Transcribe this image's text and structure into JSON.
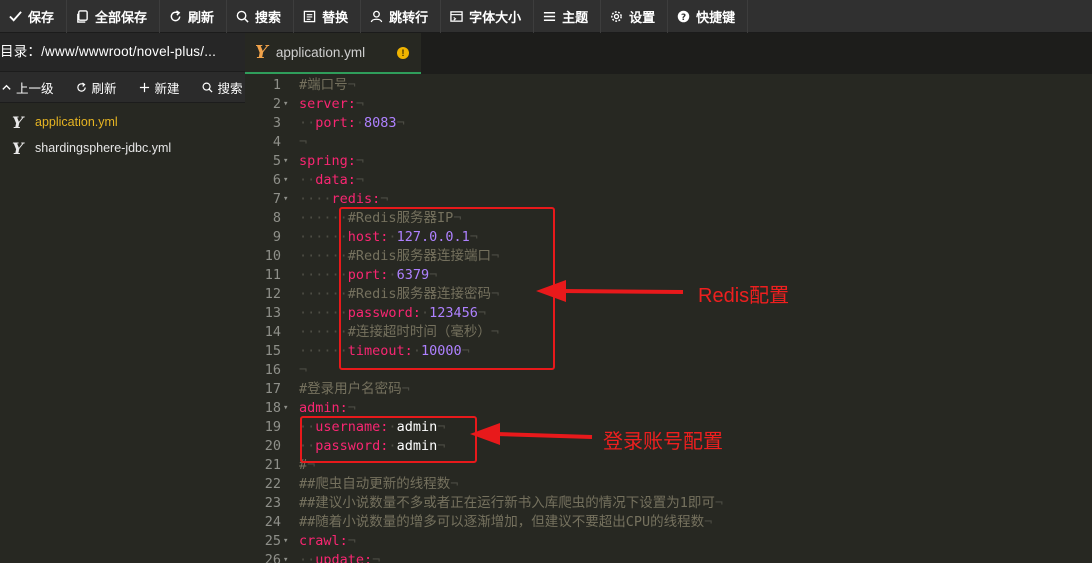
{
  "toolbar": {
    "buttons": [
      {
        "label": "保存",
        "icon": "check-icon"
      },
      {
        "label": "全部保存",
        "icon": "copy-icon"
      },
      {
        "label": "刷新",
        "icon": "refresh-icon"
      },
      {
        "label": "搜索",
        "icon": "search-icon"
      },
      {
        "label": "替换",
        "icon": "replace-icon"
      },
      {
        "label": "跳转行",
        "icon": "jump-icon"
      },
      {
        "label": "字体大小",
        "icon": "font-size-icon"
      },
      {
        "label": "主题",
        "icon": "menu-icon"
      },
      {
        "label": "设置",
        "icon": "gear-icon"
      },
      {
        "label": "快捷键",
        "icon": "help-icon"
      }
    ]
  },
  "sidebar": {
    "dir_path": "目录：/www/wwwroot/novel-plus/...",
    "actions": {
      "up": "上一级",
      "refresh": "刷新",
      "new": "新建",
      "search": "搜索"
    },
    "files": [
      {
        "name": "application.yml",
        "active": true
      },
      {
        "name": "shardingsphere-jdbc.yml",
        "active": false
      }
    ]
  },
  "editor": {
    "tab": {
      "name": "application.yml",
      "modified_badge": "!"
    },
    "lines": [
      {
        "n": "1",
        "fold": false,
        "parts": [
          [
            "com",
            "#端口号"
          ],
          [
            "ws",
            "¬"
          ]
        ]
      },
      {
        "n": "2",
        "fold": true,
        "parts": [
          [
            "key",
            "server:"
          ],
          [
            "ws",
            "¬"
          ]
        ]
      },
      {
        "n": "3",
        "fold": false,
        "parts": [
          [
            "ws",
            "··"
          ],
          [
            "key",
            "port:"
          ],
          [
            "ws",
            "·"
          ],
          [
            "num",
            "8083"
          ],
          [
            "ws",
            "¬"
          ]
        ]
      },
      {
        "n": "4",
        "fold": false,
        "parts": [
          [
            "ws",
            "¬"
          ]
        ]
      },
      {
        "n": "5",
        "fold": true,
        "parts": [
          [
            "key",
            "spring:"
          ],
          [
            "ws",
            "¬"
          ]
        ]
      },
      {
        "n": "6",
        "fold": true,
        "parts": [
          [
            "ws",
            "··"
          ],
          [
            "key",
            "data:"
          ],
          [
            "ws",
            "¬"
          ]
        ]
      },
      {
        "n": "7",
        "fold": true,
        "parts": [
          [
            "ws",
            "····"
          ],
          [
            "key",
            "redis:"
          ],
          [
            "ws",
            "¬"
          ]
        ]
      },
      {
        "n": "8",
        "fold": false,
        "parts": [
          [
            "ws",
            "······"
          ],
          [
            "com",
            "#Redis服务器IP"
          ],
          [
            "ws",
            "¬"
          ]
        ]
      },
      {
        "n": "9",
        "fold": false,
        "parts": [
          [
            "ws",
            "······"
          ],
          [
            "key",
            "host:"
          ],
          [
            "ws",
            "·"
          ],
          [
            "num",
            "127.0.0.1"
          ],
          [
            "ws",
            "¬"
          ]
        ]
      },
      {
        "n": "10",
        "fold": false,
        "parts": [
          [
            "ws",
            "······"
          ],
          [
            "com",
            "#Redis服务器连接端口"
          ],
          [
            "ws",
            "¬"
          ]
        ]
      },
      {
        "n": "11",
        "fold": false,
        "parts": [
          [
            "ws",
            "······"
          ],
          [
            "key",
            "port:"
          ],
          [
            "ws",
            "·"
          ],
          [
            "num",
            "6379"
          ],
          [
            "ws",
            "¬"
          ]
        ]
      },
      {
        "n": "12",
        "fold": false,
        "parts": [
          [
            "ws",
            "······"
          ],
          [
            "com",
            "#Redis服务器连接密码"
          ],
          [
            "ws",
            "¬"
          ]
        ]
      },
      {
        "n": "13",
        "fold": false,
        "parts": [
          [
            "ws",
            "······"
          ],
          [
            "key",
            "password:"
          ],
          [
            "ws",
            "·"
          ],
          [
            "num",
            "123456"
          ],
          [
            "ws",
            "¬"
          ]
        ]
      },
      {
        "n": "14",
        "fold": false,
        "parts": [
          [
            "ws",
            "······"
          ],
          [
            "com",
            "#连接超时时间（毫秒）"
          ],
          [
            "ws",
            "¬"
          ]
        ]
      },
      {
        "n": "15",
        "fold": false,
        "parts": [
          [
            "ws",
            "······"
          ],
          [
            "key",
            "timeout:"
          ],
          [
            "ws",
            "·"
          ],
          [
            "num",
            "10000"
          ],
          [
            "ws",
            "¬"
          ]
        ]
      },
      {
        "n": "16",
        "fold": false,
        "parts": [
          [
            "ws",
            "¬"
          ]
        ]
      },
      {
        "n": "17",
        "fold": false,
        "parts": [
          [
            "com",
            "#登录用户名密码"
          ],
          [
            "ws",
            "¬"
          ]
        ]
      },
      {
        "n": "18",
        "fold": true,
        "parts": [
          [
            "key",
            "admin:"
          ],
          [
            "ws",
            "¬"
          ]
        ]
      },
      {
        "n": "19",
        "fold": false,
        "parts": [
          [
            "ws",
            "··"
          ],
          [
            "key",
            "username:"
          ],
          [
            "ws",
            "·"
          ],
          [
            "str",
            "admin"
          ],
          [
            "ws",
            "¬"
          ]
        ]
      },
      {
        "n": "20",
        "fold": false,
        "parts": [
          [
            "ws",
            "··"
          ],
          [
            "key",
            "password:"
          ],
          [
            "ws",
            "·"
          ],
          [
            "str",
            "admin"
          ],
          [
            "ws",
            "¬"
          ]
        ]
      },
      {
        "n": "21",
        "fold": false,
        "parts": [
          [
            "com",
            "#"
          ],
          [
            "ws",
            "¬"
          ]
        ]
      },
      {
        "n": "22",
        "fold": false,
        "parts": [
          [
            "com",
            "##爬虫自动更新的线程数"
          ],
          [
            "ws",
            "¬"
          ]
        ]
      },
      {
        "n": "23",
        "fold": false,
        "parts": [
          [
            "com",
            "##建议小说数量不多或者正在运行新书入库爬虫的情况下设置为1即可"
          ],
          [
            "ws",
            "¬"
          ]
        ]
      },
      {
        "n": "24",
        "fold": false,
        "parts": [
          [
            "com",
            "##随着小说数量的增多可以逐渐增加，但建议不要超出CPU的线程数"
          ],
          [
            "ws",
            "¬"
          ]
        ]
      },
      {
        "n": "25",
        "fold": true,
        "parts": [
          [
            "key",
            "crawl:"
          ],
          [
            "ws",
            "¬"
          ]
        ]
      },
      {
        "n": "26",
        "fold": true,
        "parts": [
          [
            "ws",
            "··"
          ],
          [
            "key",
            "update:"
          ],
          [
            "ws",
            "¬"
          ]
        ]
      }
    ]
  },
  "annotations": {
    "redis_label": "Redis配置",
    "admin_label": "登录账号配置",
    "color": "#e8191b"
  },
  "colors": {
    "toolbar_bg": "#303030",
    "editor_bg": "#272822",
    "key": "#f92672",
    "number": "#ae81ff",
    "comment": "#75715e",
    "active_file": "#e6b422"
  }
}
